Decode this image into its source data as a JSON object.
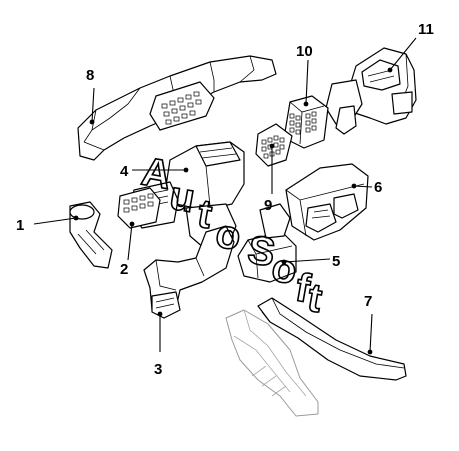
{
  "callouts": {
    "c1": "1",
    "c2": "2",
    "c3": "3",
    "c4": "4",
    "c5": "5",
    "c6": "6",
    "c7": "7",
    "c8": "8",
    "c9": "9",
    "c10": "10",
    "c11": "11"
  },
  "watermark": {
    "letters": [
      "A",
      "u",
      "t",
      "o",
      "S",
      "o",
      "f",
      "t"
    ]
  }
}
